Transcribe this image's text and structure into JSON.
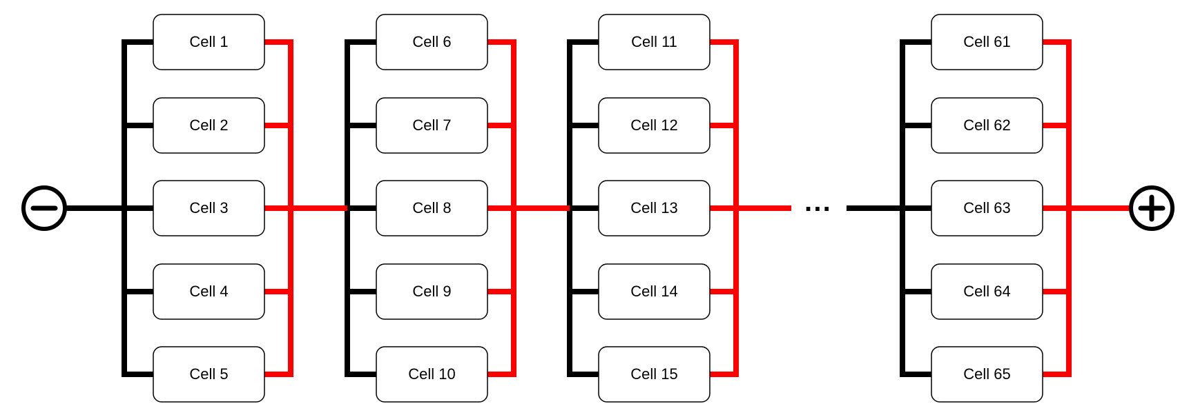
{
  "colors": {
    "negative_wire": "#000000",
    "positive_wire": "#ff0000",
    "cell_border": "#000000",
    "cell_fill": "#ffffff"
  },
  "terminals": {
    "negative_icon": "minus-circle-icon",
    "positive_icon": "plus-circle-icon"
  },
  "ellipsis": "···",
  "groups": [
    {
      "cells": [
        "Cell 1",
        "Cell 2",
        "Cell 3",
        "Cell 4",
        "Cell 5"
      ]
    },
    {
      "cells": [
        "Cell 6",
        "Cell 7",
        "Cell 8",
        "Cell 9",
        "Cell 10"
      ]
    },
    {
      "cells": [
        "Cell 11",
        "Cell 12",
        "Cell 13",
        "Cell 14",
        "Cell 15"
      ]
    },
    {
      "cells": [
        "Cell 61",
        "Cell 62",
        "Cell 63",
        "Cell 64",
        "Cell 65"
      ]
    }
  ]
}
